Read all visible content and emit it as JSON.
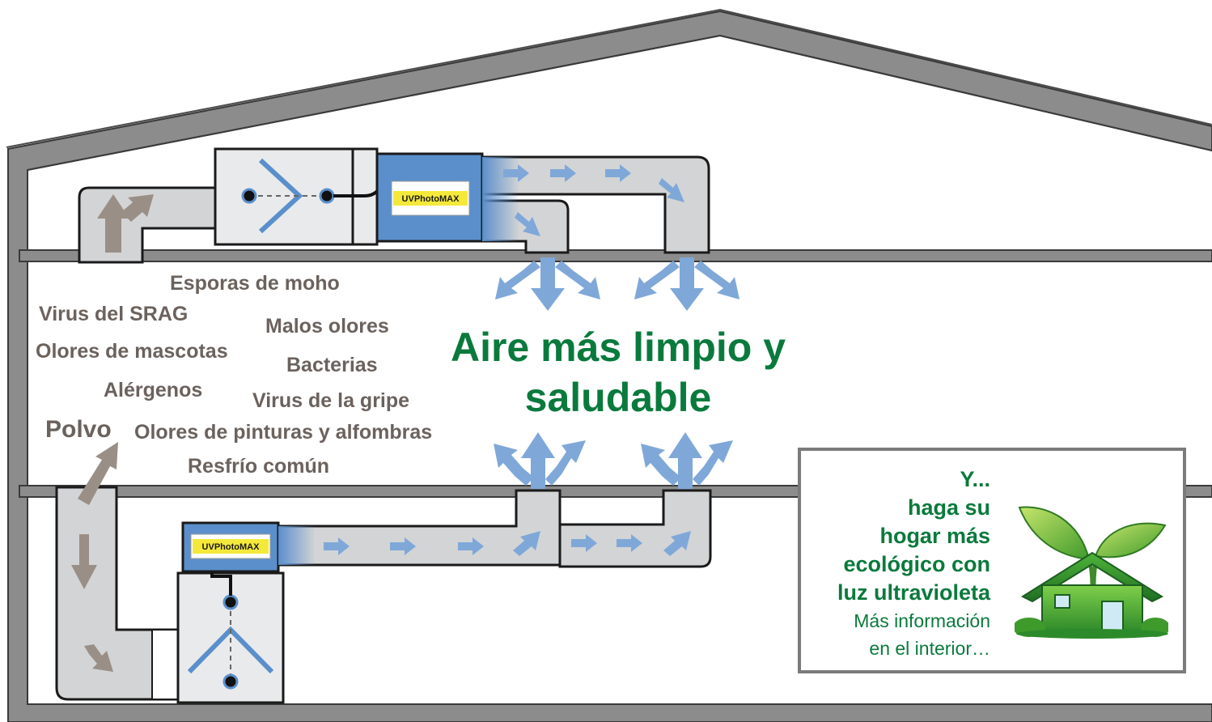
{
  "labels": {
    "contaminants": [
      "Esporas de moho",
      "Virus del SRAG",
      "Malos olores",
      "Olores de mascotas",
      "Bacterias",
      "Alérgenos",
      "Virus de la gripe",
      "Polvo",
      "Olores de pinturas y alfombras",
      "Resfrío común"
    ],
    "device_label": "UVPhotoMAX",
    "headline_line1": "Aire más limpio y",
    "headline_line2": "saludable"
  },
  "info_box": {
    "lines": [
      "Y...",
      "haga su",
      "hogar más",
      "ecológico con",
      "luz ultravioleta"
    ],
    "more_line1": "Más información",
    "more_line2": "en el interior…"
  },
  "colors": {
    "wall": "#8c8c8c",
    "duct": "#d3d4d6",
    "arrow_blue": "#7fa8d8",
    "uv_unit": "#5b8fcb",
    "uv_label_bg": "#f4e93a",
    "headline_green": "#0a7a3c",
    "label_gray": "#6b625d"
  },
  "icons": [
    "house-leaf-icon"
  ]
}
